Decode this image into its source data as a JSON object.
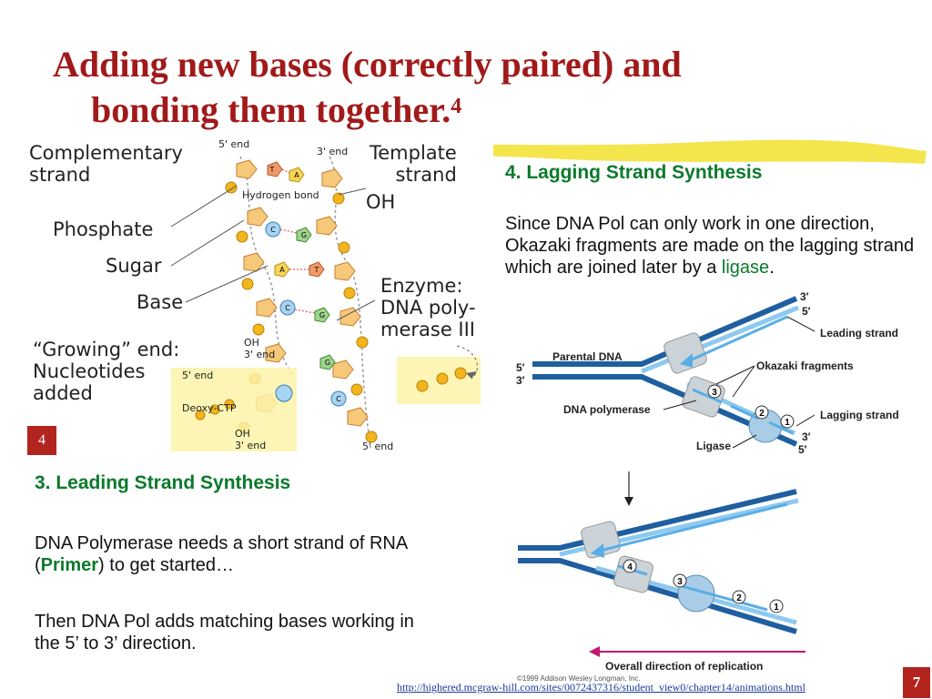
{
  "slide": {
    "title_line1": "Adding new bases (correctly paired) and",
    "title_line2": "bonding them together.",
    "title_sup": "4",
    "page_number": "7",
    "source_url": "http://highered.mcgraw-hill.com/sites/0072437316/student_view0/chapter14/animations.html",
    "copyright": "©1999 Addison Wesley Longman, Inc."
  },
  "figure_left": {
    "badge": "4",
    "labels": {
      "complementary": "Complementary\nstrand",
      "template": "Template\nstrand",
      "oh": "OH",
      "phosphate": "Phosphate",
      "sugar": "Sugar",
      "base": "Base",
      "enzyme": "Enzyme:\nDNA poly-\nmerase III",
      "growing": "“Growing” end:\nNucleotides\nadded",
      "five_end_top": "5' end",
      "three_end_top": "3' end",
      "hydrogen_bond": "Hydrogen bond",
      "oh_small_top": "OH\n3' end",
      "five_end_mid": "5' end",
      "deoxy_ctp": "Deoxy-CTP",
      "oh_small_bottom": "OH\n3' end",
      "five_end_bottom": "5' end"
    },
    "bases": [
      "T",
      "A",
      "C",
      "G",
      "A",
      "T",
      "C",
      "G",
      "G",
      "C",
      "C"
    ]
  },
  "section3": {
    "heading": "3. Leading Strand Synthesis",
    "p1_before": "DNA Polymerase needs a short strand of RNA (",
    "p1_primer": "Primer",
    "p1_after": ") to get started…",
    "p2": "Then DNA Pol adds matching bases working in the 5’ to 3’ direction."
  },
  "section4": {
    "heading": "4. Lagging Strand Synthesis",
    "p_before": "Since DNA Pol can only work in one direction, Okazaki fragments are made on the lagging strand which are joined later by a ",
    "p_ligase": "ligase",
    "p_after": "."
  },
  "replication_diagram": {
    "top": {
      "three_prime_top": "3′",
      "five_prime_top": "5′",
      "leading": "Leading strand",
      "parental": "Parental DNA",
      "five_prime_left": "5′",
      "three_prime_left": "3′",
      "okazaki": "Okazaki fragments",
      "polymerase": "DNA polymerase",
      "lagging": "Lagging strand",
      "ligase": "Ligase",
      "three_prime_bottom": "3′",
      "five_prime_bottom": "5′",
      "frag_numbers": [
        "3",
        "2",
        "1"
      ]
    },
    "bottom": {
      "frag_numbers": [
        "4",
        "3",
        "2",
        "1"
      ],
      "overall": "Overall direction of replication"
    }
  },
  "colors": {
    "title": "#a11a1a",
    "green": "#0b7a2b",
    "badge": "#b3241e",
    "strand_dark": "#1f5fa0",
    "strand_light": "#8ec9ef",
    "arrow_magenta": "#c0186f"
  }
}
